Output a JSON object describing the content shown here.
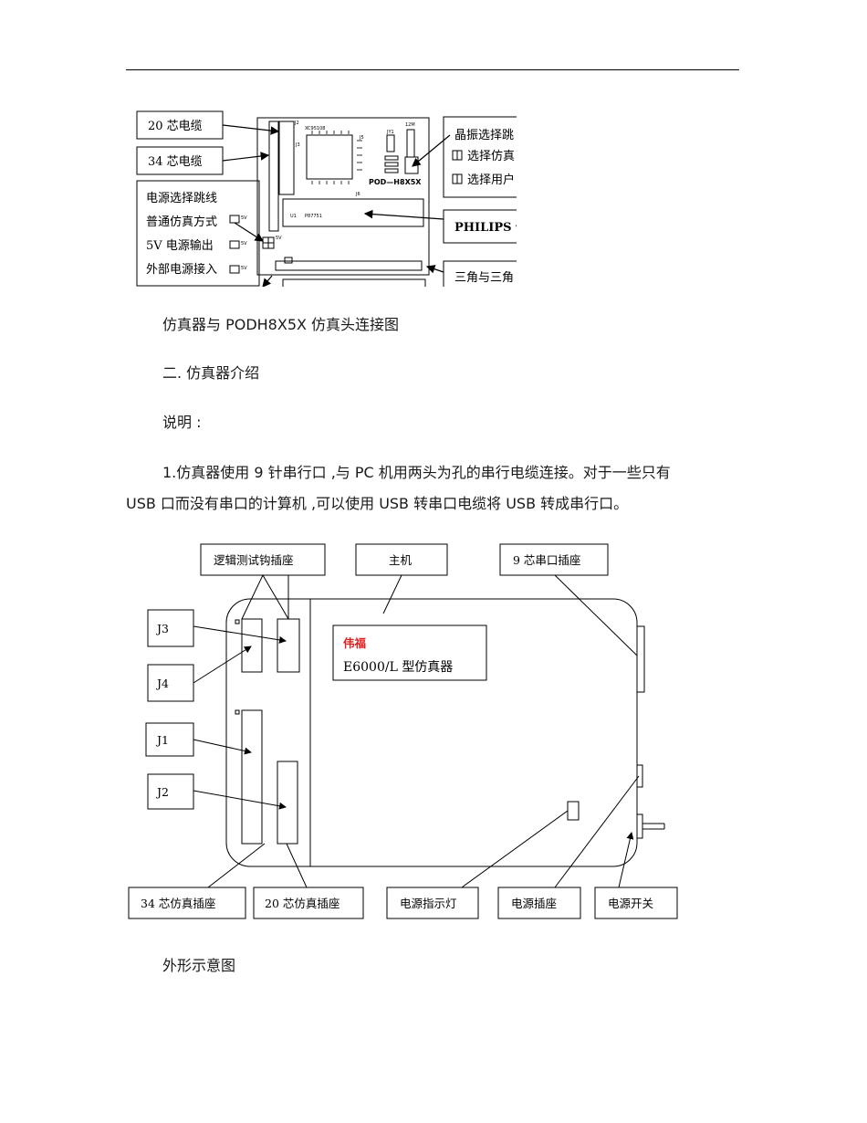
{
  "figure1": {
    "labels": {
      "cable20": "20 芯电缆",
      "cable34": "34 芯电缆",
      "power_title": "电源选择跳线",
      "power_normal": "普通仿真方式",
      "power_5v": "5V 电源输出",
      "power_ext": "外部电源接入",
      "crystal_title": "晶振选择跳",
      "crystal_opt1": "选择仿真",
      "crystal_opt2": "选择用户",
      "philips": "PHILIPS 仿",
      "triangle": "三角与三角"
    },
    "board": {
      "model": "POD—H8X5X",
      "chip_label": "XC95108",
      "u1": "U1",
      "p8751": "P87751",
      "j2": "J2",
      "j3": "J3",
      "j5": "J5",
      "j6": "J6",
      "d12v": "12M",
      "jy1": "JY1",
      "v5a": "5V",
      "v5b": "5V",
      "v5c": "5V",
      "v5d": "5V"
    }
  },
  "caption1": "仿真器与  PODH8X5X  仿真头连接图",
  "section_title": "二. 仿真器介绍",
  "note_label": "说明 :",
  "paragraph_line1": "1.仿真器使用   9 针串行口 ,与 PC 机用两头为孔的串行电缆连接。对于一些只有",
  "paragraph_line2": "USB 口而没有串口的计算机   ,可以使用  USB 转串口电缆将   USB 转成串行口。",
  "figure2": {
    "labels": {
      "logic_socket": "逻辑测试钩插座",
      "host": "主机",
      "serial9": "9 芯串口插座",
      "j3": "J3",
      "j4": "J4",
      "j1": "J1",
      "j2": "J2",
      "socket34": "34 芯仿真插座",
      "socket20": "20 芯仿真插座",
      "power_led": "电源指示灯",
      "power_socket": "电源插座",
      "power_switch": "电源开关",
      "brand": "伟福",
      "model": "E6000/L 型仿真器"
    },
    "brand_color": "#e02020"
  },
  "caption2": "外形示意图"
}
